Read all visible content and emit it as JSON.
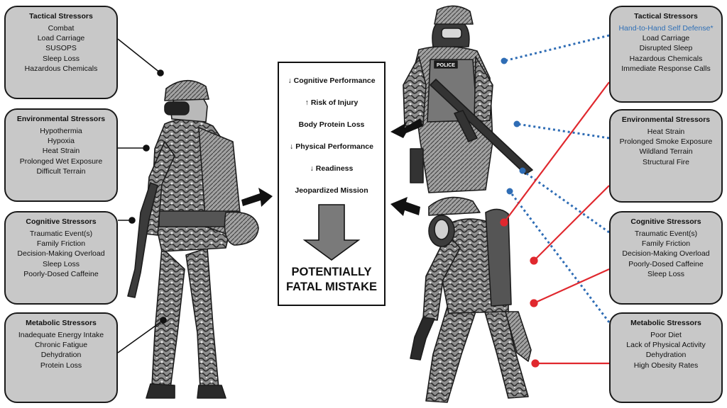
{
  "left_boxes": [
    {
      "title": "Tactical Stressors",
      "items": [
        "Combat",
        "Load Carriage",
        "SUSOPS",
        "Sleep Loss",
        "Hazardous Chemicals"
      ]
    },
    {
      "title": "Environmental Stressors",
      "items": [
        "Hypothermia",
        "Hypoxia",
        "Heat Strain",
        "Prolonged Wet Exposure",
        "Difficult Terrain"
      ]
    },
    {
      "title": "Cognitive Stressors",
      "items": [
        "Traumatic Event(s)",
        "Family Friction",
        "Decision-Making Overload",
        "Sleep Loss",
        "Poorly-Dosed Caffeine"
      ]
    },
    {
      "title": "Metabolic Stressors",
      "items": [
        "Inadequate Energy Intake",
        "Chronic Fatigue",
        "Dehydration",
        "Protein Loss"
      ]
    }
  ],
  "right_boxes": [
    {
      "title": "Tactical Stressors",
      "items": [
        "Hand-to-Hand Self Defense*",
        "Load Carriage",
        "Disrupted Sleep",
        "Hazardous Chemicals",
        "Immediate Response Calls"
      ]
    },
    {
      "title": "Environmental Stressors",
      "items": [
        "Heat Strain",
        "Prolonged Smoke Exposure",
        "Wildland Terrain",
        "Structural Fire"
      ]
    },
    {
      "title": "Cognitive Stressors",
      "items": [
        "Traumatic Event(s)",
        "Family Friction",
        "Decision-Making Overload",
        "Poorly-Dosed Caffeine",
        "Sleep Loss"
      ]
    },
    {
      "title": "Metabolic Stressors",
      "items": [
        "Poor Diet",
        "Lack of Physical Activity",
        "Dehydration",
        "High Obesity Rates"
      ]
    }
  ],
  "outcomes": [
    "↓ Cognitive Performance",
    "↑ Risk of Injury",
    "Body Protein Loss",
    "↓ Physical Performance",
    "↓ Readiness",
    "Jeopardized Mission"
  ],
  "fatal": [
    "POTENTIALLY",
    "FATAL MISTAKE"
  ],
  "police_patch": "POLICE",
  "colors": {
    "box_fill": "#c8c8c8",
    "box_border": "#1a1a1a",
    "highlight_text": "#2e6fb6",
    "police_line": "#2f6db5",
    "firefighter_line": "#e0282e",
    "down_arrow": "#7a7a7a"
  },
  "icons": [
    "soldier-figure",
    "police-officer-figure",
    "firefighter-figure",
    "right-arrow-icon",
    "left-arrow-icon",
    "down-arrow-icon"
  ]
}
